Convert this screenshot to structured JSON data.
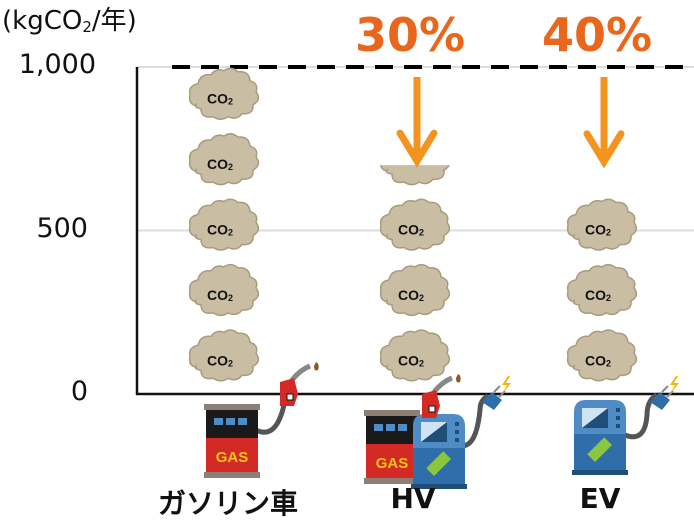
{
  "chart_data": {
    "type": "bar",
    "title": "",
    "ylabel": "(kgCO2/年)",
    "ylabel_parts": {
      "prefix": "(kgCO",
      "sub": "2",
      "suffix": "/年)"
    },
    "xlabel": "",
    "ylim": [
      0,
      1000
    ],
    "yticks": [
      {
        "value": 0,
        "label": "0"
      },
      {
        "value": 500,
        "label": "500"
      },
      {
        "value": 1000,
        "label": "1,000"
      }
    ],
    "grid": true,
    "categories": [
      "ガソリン車",
      "HV",
      "EV"
    ],
    "values": [
      1000,
      700,
      600
    ],
    "unit_per_cloud": 200,
    "cloud_label": "CO2",
    "reference_line": {
      "value": 1000,
      "style": "dashed"
    },
    "annotations": [
      {
        "category": "HV",
        "text": "30%",
        "meaning": "reduction vs gasoline car"
      },
      {
        "category": "EV",
        "text": "40%",
        "meaning": "reduction vs gasoline car"
      }
    ],
    "icons": [
      {
        "category": "ガソリン車",
        "icon": "gas-pump-icon"
      },
      {
        "category": "HV",
        "icon": "gas-and-electric-charger-icon"
      },
      {
        "category": "EV",
        "icon": "electric-charger-icon"
      }
    ]
  },
  "colors": {
    "accent_text": "#e8671c",
    "arrow": "#f39420",
    "cloud_fill": "#c9bea3",
    "cloud_stroke": "#a89b7e",
    "axis": "#111111",
    "grid": "#dddddd"
  }
}
